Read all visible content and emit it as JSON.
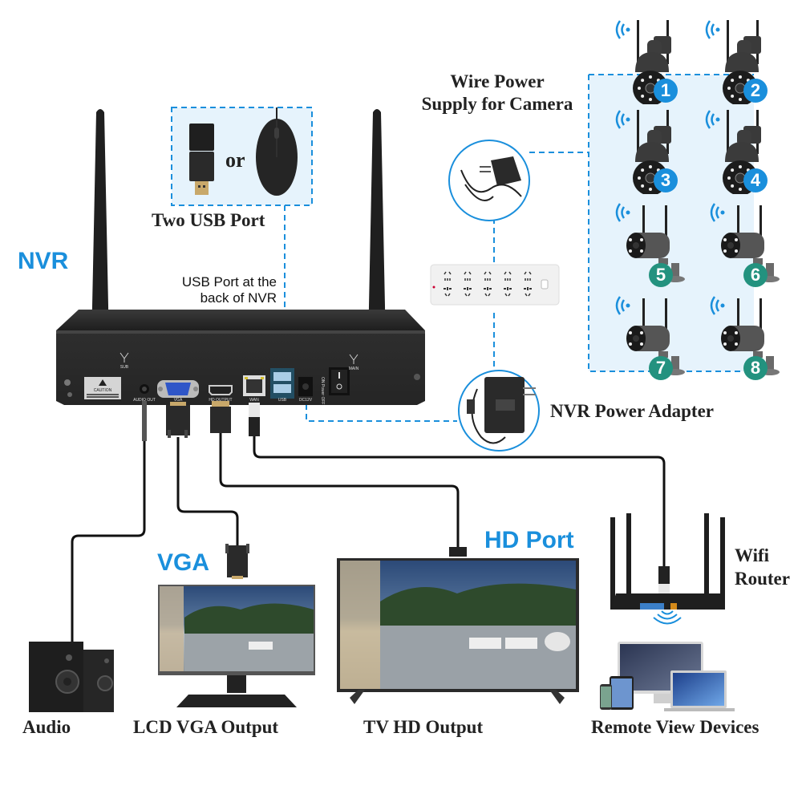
{
  "labels": {
    "nvr": "NVR",
    "usb_note_line1": "USB Port at the",
    "usb_note_line2": "back of NVR",
    "two_usb_port": "Two USB Port",
    "or": "or",
    "wire_power_line1": "Wire Power",
    "wire_power_line2": "Supply for Camera",
    "nvr_power_adapter": "NVR Power Adapter",
    "wifi_router_line1": "Wifi",
    "wifi_router_line2": "Router",
    "vga": "VGA",
    "hd_port": "HD Port",
    "audio": "Audio",
    "lcd_vga_output": "LCD VGA Output",
    "tv_hd_output": "TV HD Output",
    "remote_view_devices": "Remote View Devices"
  },
  "nvr_panel": {
    "ports": [
      "AUDIO OUT",
      "VGA",
      "HD OUTPUT",
      "WAN",
      "USB",
      "DC12V"
    ],
    "antenna_left": "SUB",
    "antenna_right": "MAIN",
    "caution": "CAUTION",
    "power_switch": "ON Power OFF"
  },
  "cameras": [
    {
      "number": "1",
      "type": "ptz-dome",
      "badge_color": "#1a8fdc"
    },
    {
      "number": "2",
      "type": "ptz-dome",
      "badge_color": "#1a8fdc"
    },
    {
      "number": "3",
      "type": "ptz-dome",
      "badge_color": "#1a8fdc"
    },
    {
      "number": "4",
      "type": "ptz-dome",
      "badge_color": "#1a8fdc"
    },
    {
      "number": "5",
      "type": "bullet",
      "badge_color": "#23927f"
    },
    {
      "number": "6",
      "type": "bullet",
      "badge_color": "#23927f"
    },
    {
      "number": "7",
      "type": "bullet",
      "badge_color": "#23927f"
    },
    {
      "number": "8",
      "type": "bullet",
      "badge_color": "#23927f"
    }
  ],
  "colors": {
    "accent_blue": "#1a8fdc",
    "teal_badge": "#23927f",
    "highlight_fill": "#e6f3fc",
    "device_dark": "#2a2a2a"
  }
}
